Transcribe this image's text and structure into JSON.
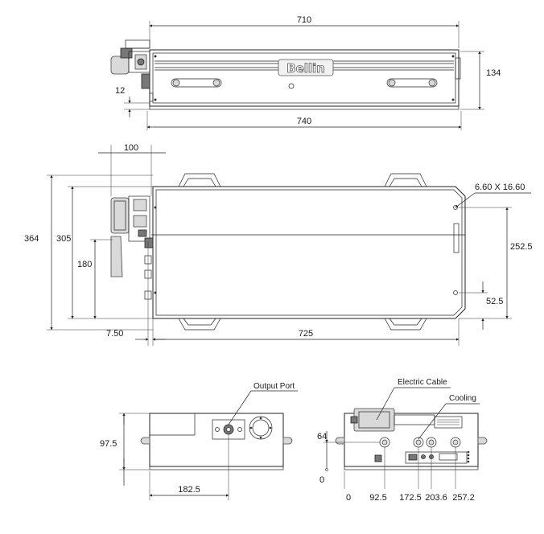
{
  "top_view": {
    "dim_width_top": "710",
    "dim_width_bottom": "740",
    "dim_height": "134",
    "dim_offset": "12",
    "logo": "Bellin"
  },
  "side_view": {
    "dim_handle": "100",
    "dim_hole": "6.60 X 16.60",
    "dim_total_height": "364",
    "dim_body_height": "305",
    "dim_mid": "180",
    "dim_right_height": "252.5",
    "dim_right_low": "52.5",
    "dim_left_offset": "7.50",
    "dim_length": "725"
  },
  "front_view": {
    "label_output_port": "Output Port",
    "dim_height": "97.5",
    "dim_port_x": "182.5"
  },
  "rear_view": {
    "label_electric_cable": "Electric Cable",
    "label_cooling": "Cooling",
    "dim_64": "64",
    "dim_zero_left": "0",
    "ticks": [
      "0",
      "92.5",
      "172.5",
      "203.6",
      "257.2"
    ]
  }
}
